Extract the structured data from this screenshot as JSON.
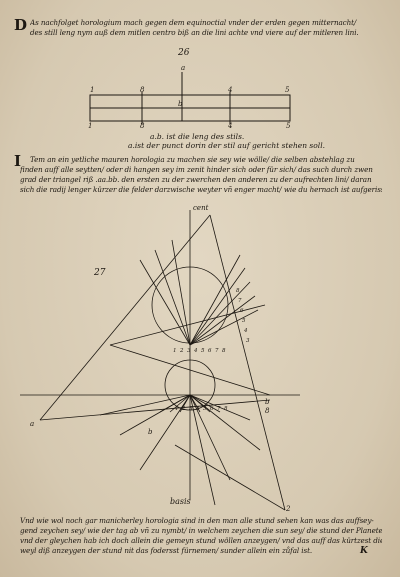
{
  "intro": {
    "line1": "As nachfolget horologium mach gegen dem equinoctial vnder der erden gegen mitternacht/",
    "line2": "des still leng nym auß dem mitlen centro biß an die lini achte vnd viere auf der mitleren lini."
  },
  "figure26": {
    "number": "26",
    "label_top": "a",
    "label_mid": "b",
    "ticks_left": [
      "1",
      "8"
    ],
    "ticks_right": [
      "4",
      "5"
    ],
    "ticks_bottom": [
      "1",
      "8",
      "4",
      "5"
    ],
    "caption1": "a.b. ist die leng des stils.",
    "caption2": "a.ist der punct dorin der stil auf gericht stehen soll."
  },
  "paragraph2": {
    "line1": "Tem an ein yetliche mauren horologia zu machen sie sey wie wölle/ die selben abstehlag zu",
    "line2": "finden auff alle seytten/ oder di hangen sey im zenit hinder sich oder für sich/ das such durch zwen",
    "line3": "grad der triangel riß .aa.bb. den ersten zu der zwerchen den anderen zu der aufrechten lini/ daran",
    "line4": "sich die radij lenger kürzer die felder darzwische weyter vñ enger macht/ wie du hernach ist aufgerisse"
  },
  "figure27": {
    "number": "27",
    "label_top": "cent",
    "label_bottom": "basis",
    "label_a": "a",
    "label_b_left": "b",
    "label_b_right": "b",
    "label_8_right": "8",
    "label_2": "2",
    "hour_numbers": [
      "1",
      "2",
      "3",
      "4",
      "5",
      "6",
      "7",
      "8"
    ]
  },
  "closing": {
    "line1": "Vnd wie wol noch gar manicherley horologia sind in den man alle stund sehen kan was das auffsey-",
    "line2": "gend zeychen sey/ wie der tag ab vñ zu nymbt/ in welchem zeychen die sun sey/ die stund der Planete",
    "line3": "vnd der gleychen hab ich doch allein die gemeyn stund wöllen anzeygen/ vnd das auff das kürtzest die",
    "line4": "weyl diß anzeygen der stund nit das fodersst fürnemen/ sunder allein ein zůfal ist.",
    "signature": "K"
  }
}
